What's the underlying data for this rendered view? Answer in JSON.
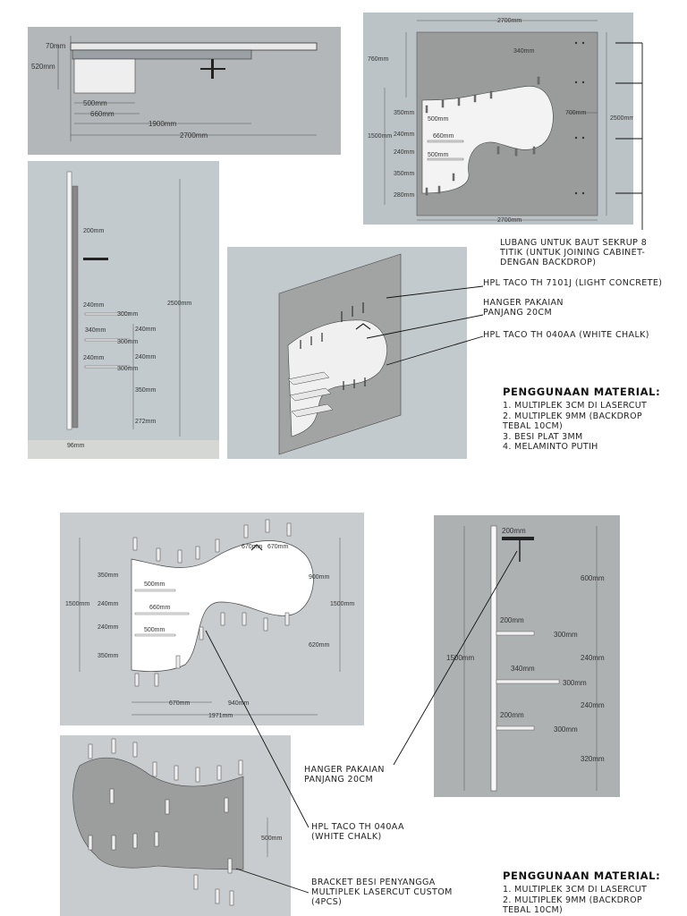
{
  "top_view": {
    "dims": [
      "70mm",
      "520mm",
      "500mm",
      "660mm",
      "1900mm",
      "2700mm"
    ]
  },
  "front_view_top": {
    "dims": [
      "2700mm",
      "340mm",
      "760mm",
      "700mm",
      "2500mm",
      "1500mm",
      "350mm",
      "240mm",
      "240mm",
      "350mm",
      "280mm",
      "500mm",
      "660mm",
      "500mm",
      "2700mm"
    ]
  },
  "side_view_top": {
    "dims": [
      "2500mm",
      "240mm",
      "240mm",
      "350mm",
      "272mm",
      "340mm",
      "300mm",
      "300mm",
      "300mm",
      "240mm",
      "240mm",
      "200mm",
      "96mm"
    ]
  },
  "callouts_top": {
    "bolt_hole": "LUBANG UNTUK BAUT SEKRUP 8 TITIK (UNTUK JOINING CABINET-DENGAN BACKDROP)",
    "hpl_concrete": "HPL TACO TH 7101J (LIGHT CONCRETE)",
    "hanger": "HANGER PAKAIAN PANJANG 20CM",
    "hpl_chalk": "HPL TACO TH 040AA (WHITE CHALK)"
  },
  "materials_top": {
    "title": "PENGGUNAAN MATERIAL:",
    "items": [
      "1. MULTIPLEK 3CM DI LASERCUT",
      "2. MULTIPLEK 9MM (BACKDROP TEBAL 10CM)",
      "3. BESI PLAT 3MM",
      "4. MELAMINTO PUTIH"
    ]
  },
  "front_view_bottom": {
    "dims": [
      "670mm",
      "670mm",
      "350mm",
      "500mm",
      "240mm",
      "660mm",
      "240mm",
      "500mm",
      "350mm",
      "1500mm",
      "900mm",
      "1500mm",
      "620mm",
      "670mm",
      "940mm",
      "1971mm"
    ]
  },
  "side_view_bottom": {
    "dims": [
      "200mm",
      "600mm",
      "200mm",
      "300mm",
      "1500mm",
      "340mm",
      "300mm",
      "240mm",
      "200mm",
      "300mm",
      "240mm",
      "320mm"
    ]
  },
  "back_view_bottom": {
    "dims": [
      "500mm"
    ]
  },
  "callouts_bottom": {
    "hanger": "HANGER PAKAIAN PANJANG 20CM",
    "hpl_chalk": "HPL TACO TH 040AA (WHITE CHALK)",
    "bracket": "BRACKET BESI PENYANGGA MULTIPLEK LASERCUT CUSTOM (4PCS)"
  },
  "materials_bottom": {
    "title": "PENGGUNAAN MATERIAL:",
    "items": [
      "1. MULTIPLEK 3CM DI LASERCUT",
      "2. MULTIPLEK 9MM (BACKDROP TEBAL 10CM)"
    ]
  }
}
